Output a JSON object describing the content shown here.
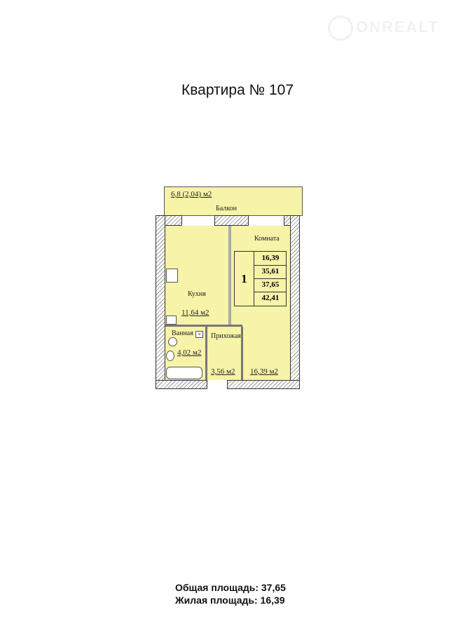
{
  "watermark": "ONREALT",
  "title": "Квартира № 107",
  "plan": {
    "balcony": {
      "name": "Балкон",
      "area": "6,8 (2,04) м2"
    },
    "kitchen": {
      "name": "Кухня",
      "area": "11,64 м2"
    },
    "room": {
      "name": "Комната",
      "area": "16,39 м2"
    },
    "bathroom": {
      "name": "Ванная",
      "area": "4,02 м2",
      "meter_label": "м"
    },
    "hallway": {
      "name": "Прихожая",
      "area": "3,56 м2"
    },
    "table": {
      "rooms": "1",
      "values": [
        "16,39",
        "35,61",
        "37,65",
        "42,41"
      ]
    }
  },
  "footer": {
    "total": "Общая площадь: 37,65",
    "living": "Жилая площадь: 16,39"
  },
  "colors": {
    "room_fill": "#f7f3a8"
  }
}
